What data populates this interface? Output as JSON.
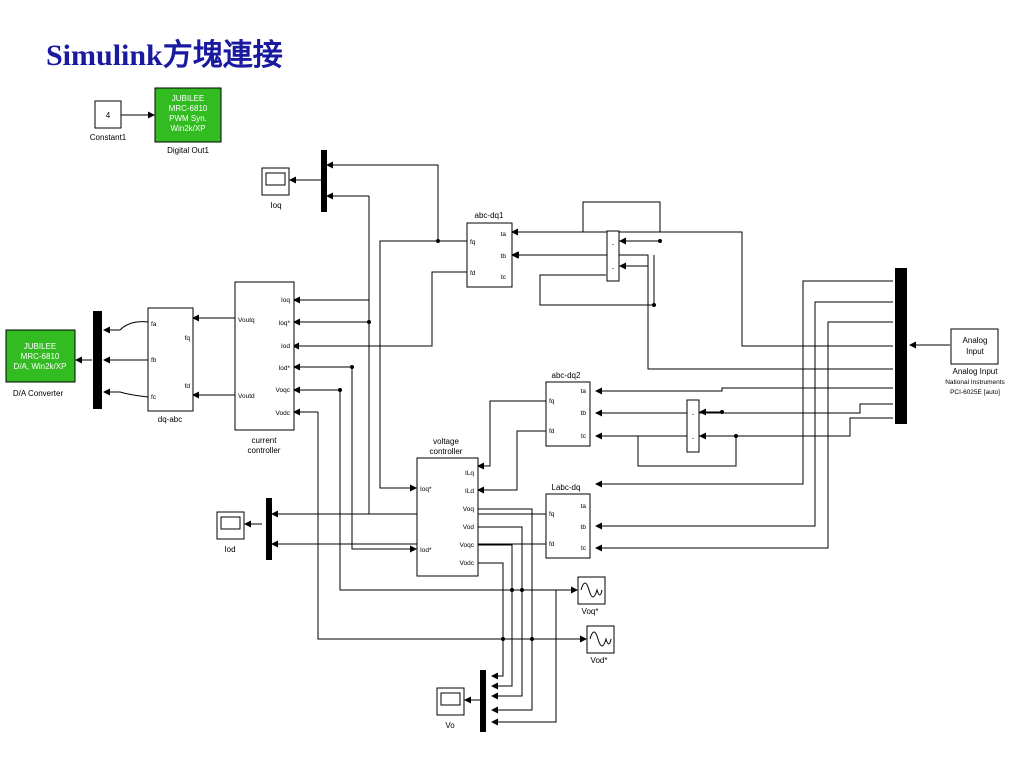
{
  "title": "Simulink方塊連接",
  "colors": {
    "title": "#1a1aa0",
    "green_block": "#33bb22"
  },
  "blocks": {
    "constant1": {
      "value": "4",
      "label": "Constant1"
    },
    "digital_out1": {
      "lines": [
        "JUBILEE",
        "MRC-6810",
        "PWM Syn.",
        "Win2k/XP"
      ],
      "label": "Digital Out1"
    },
    "iaq_scope": {
      "label": "Ioq"
    },
    "abc_dq1": {
      "label": "abc-dq1",
      "in_ports": [
        "ta",
        "tb",
        "tc"
      ],
      "out_ports": [
        "fq",
        "fd"
      ]
    },
    "da_converter": {
      "lines": [
        "JUBILEE",
        "MRC-6810",
        "D/A, Win2k/XP"
      ],
      "label": "D/A  Converter"
    },
    "dq_abc": {
      "label": "dq-abc",
      "in_ports": [
        "fq",
        "fd"
      ],
      "out_ports": [
        "fa",
        "fb",
        "fc"
      ]
    },
    "current_controller": {
      "label_lines": [
        "current",
        "controller"
      ],
      "in_ports": [
        "Voutq",
        "Voutd"
      ],
      "out_ports": [
        "Ioq",
        "Ioq*",
        "Iod",
        "Iod*",
        "Voqc",
        "Vodc"
      ]
    },
    "analog_input": {
      "lines": [
        "Analog",
        "Input"
      ],
      "label_lines": [
        "Analog Input",
        "National Instruments",
        "PCI-6025E [auto]"
      ]
    },
    "abc_dq2": {
      "label": "abc-dq2",
      "in_ports": [
        "ta",
        "tb",
        "tc"
      ],
      "out_ports": [
        "fq",
        "fd"
      ]
    },
    "voltage_controller": {
      "label_lines": [
        "voltage",
        "controller"
      ],
      "in_ports": [
        "Ioq*",
        "Iod*"
      ],
      "out_ports": [
        "ILq",
        "ILd",
        "Voq",
        "Vod",
        "Voqc",
        "Vodc"
      ]
    },
    "labc_dq": {
      "label": "Labc-dq",
      "in_ports": [
        "ta",
        "tb",
        "tc"
      ],
      "out_ports": [
        "fq",
        "fd"
      ]
    },
    "iod_scope": {
      "label": "Iod"
    },
    "voq_scope": {
      "label": "Voq*"
    },
    "vod_scope": {
      "label": "Vod*"
    },
    "vo_scope": {
      "label": "Vo"
    }
  }
}
